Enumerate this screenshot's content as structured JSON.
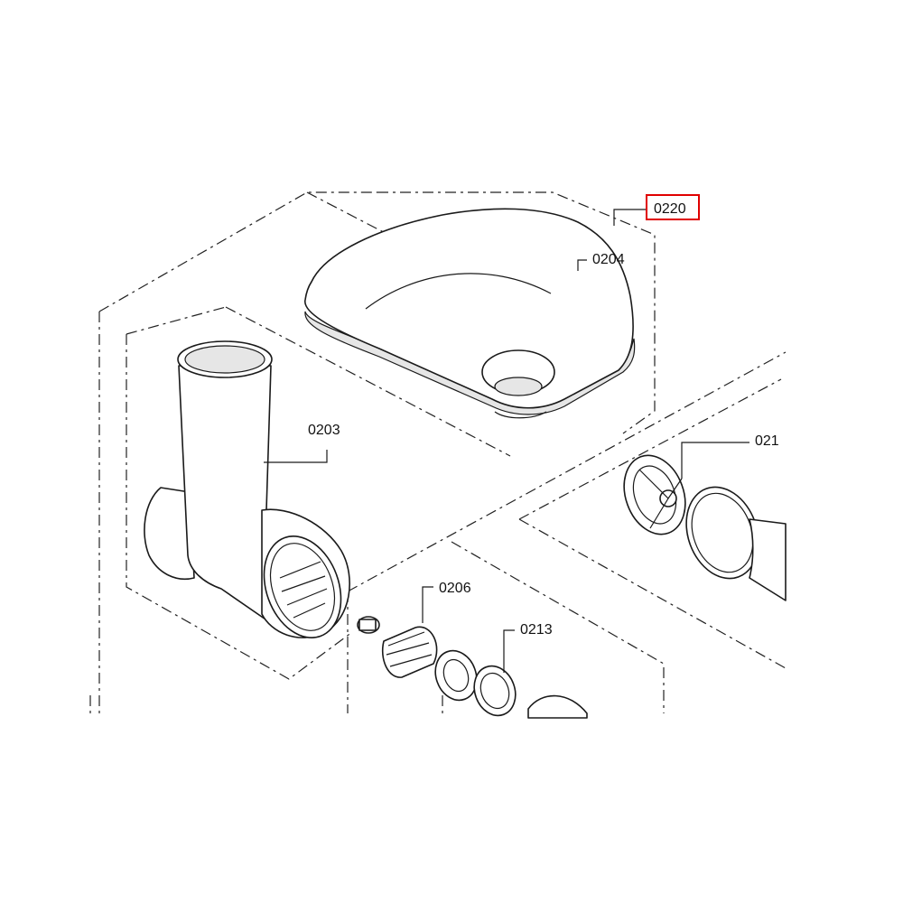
{
  "labels": {
    "p0220": "0220",
    "p0204": "0204",
    "p0203": "0203",
    "p021": "021",
    "p0206": "0206",
    "p0213": "0213"
  },
  "highlight_color": "#e00000"
}
